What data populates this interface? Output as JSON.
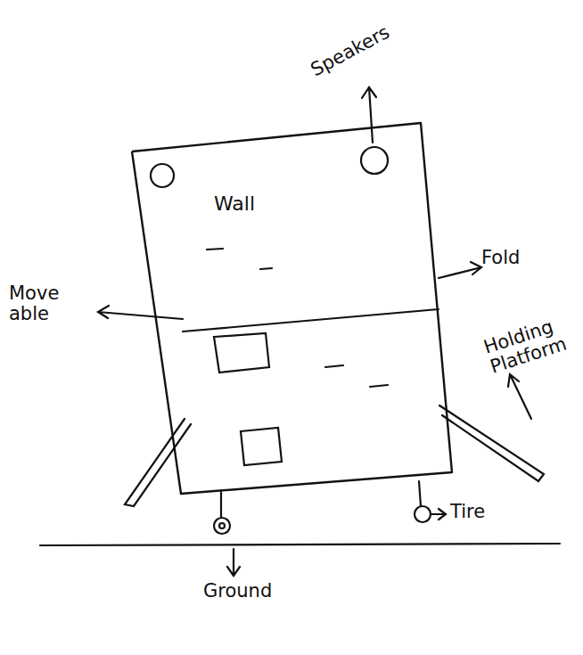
{
  "diagram": {
    "nodes": [
      {
        "text": [
          "Wall"
        ]
      }
    ],
    "labels": [
      "Speakers",
      "Fold",
      "Move able",
      "Holding Platform",
      "Tire",
      "Ground"
    ]
  }
}
